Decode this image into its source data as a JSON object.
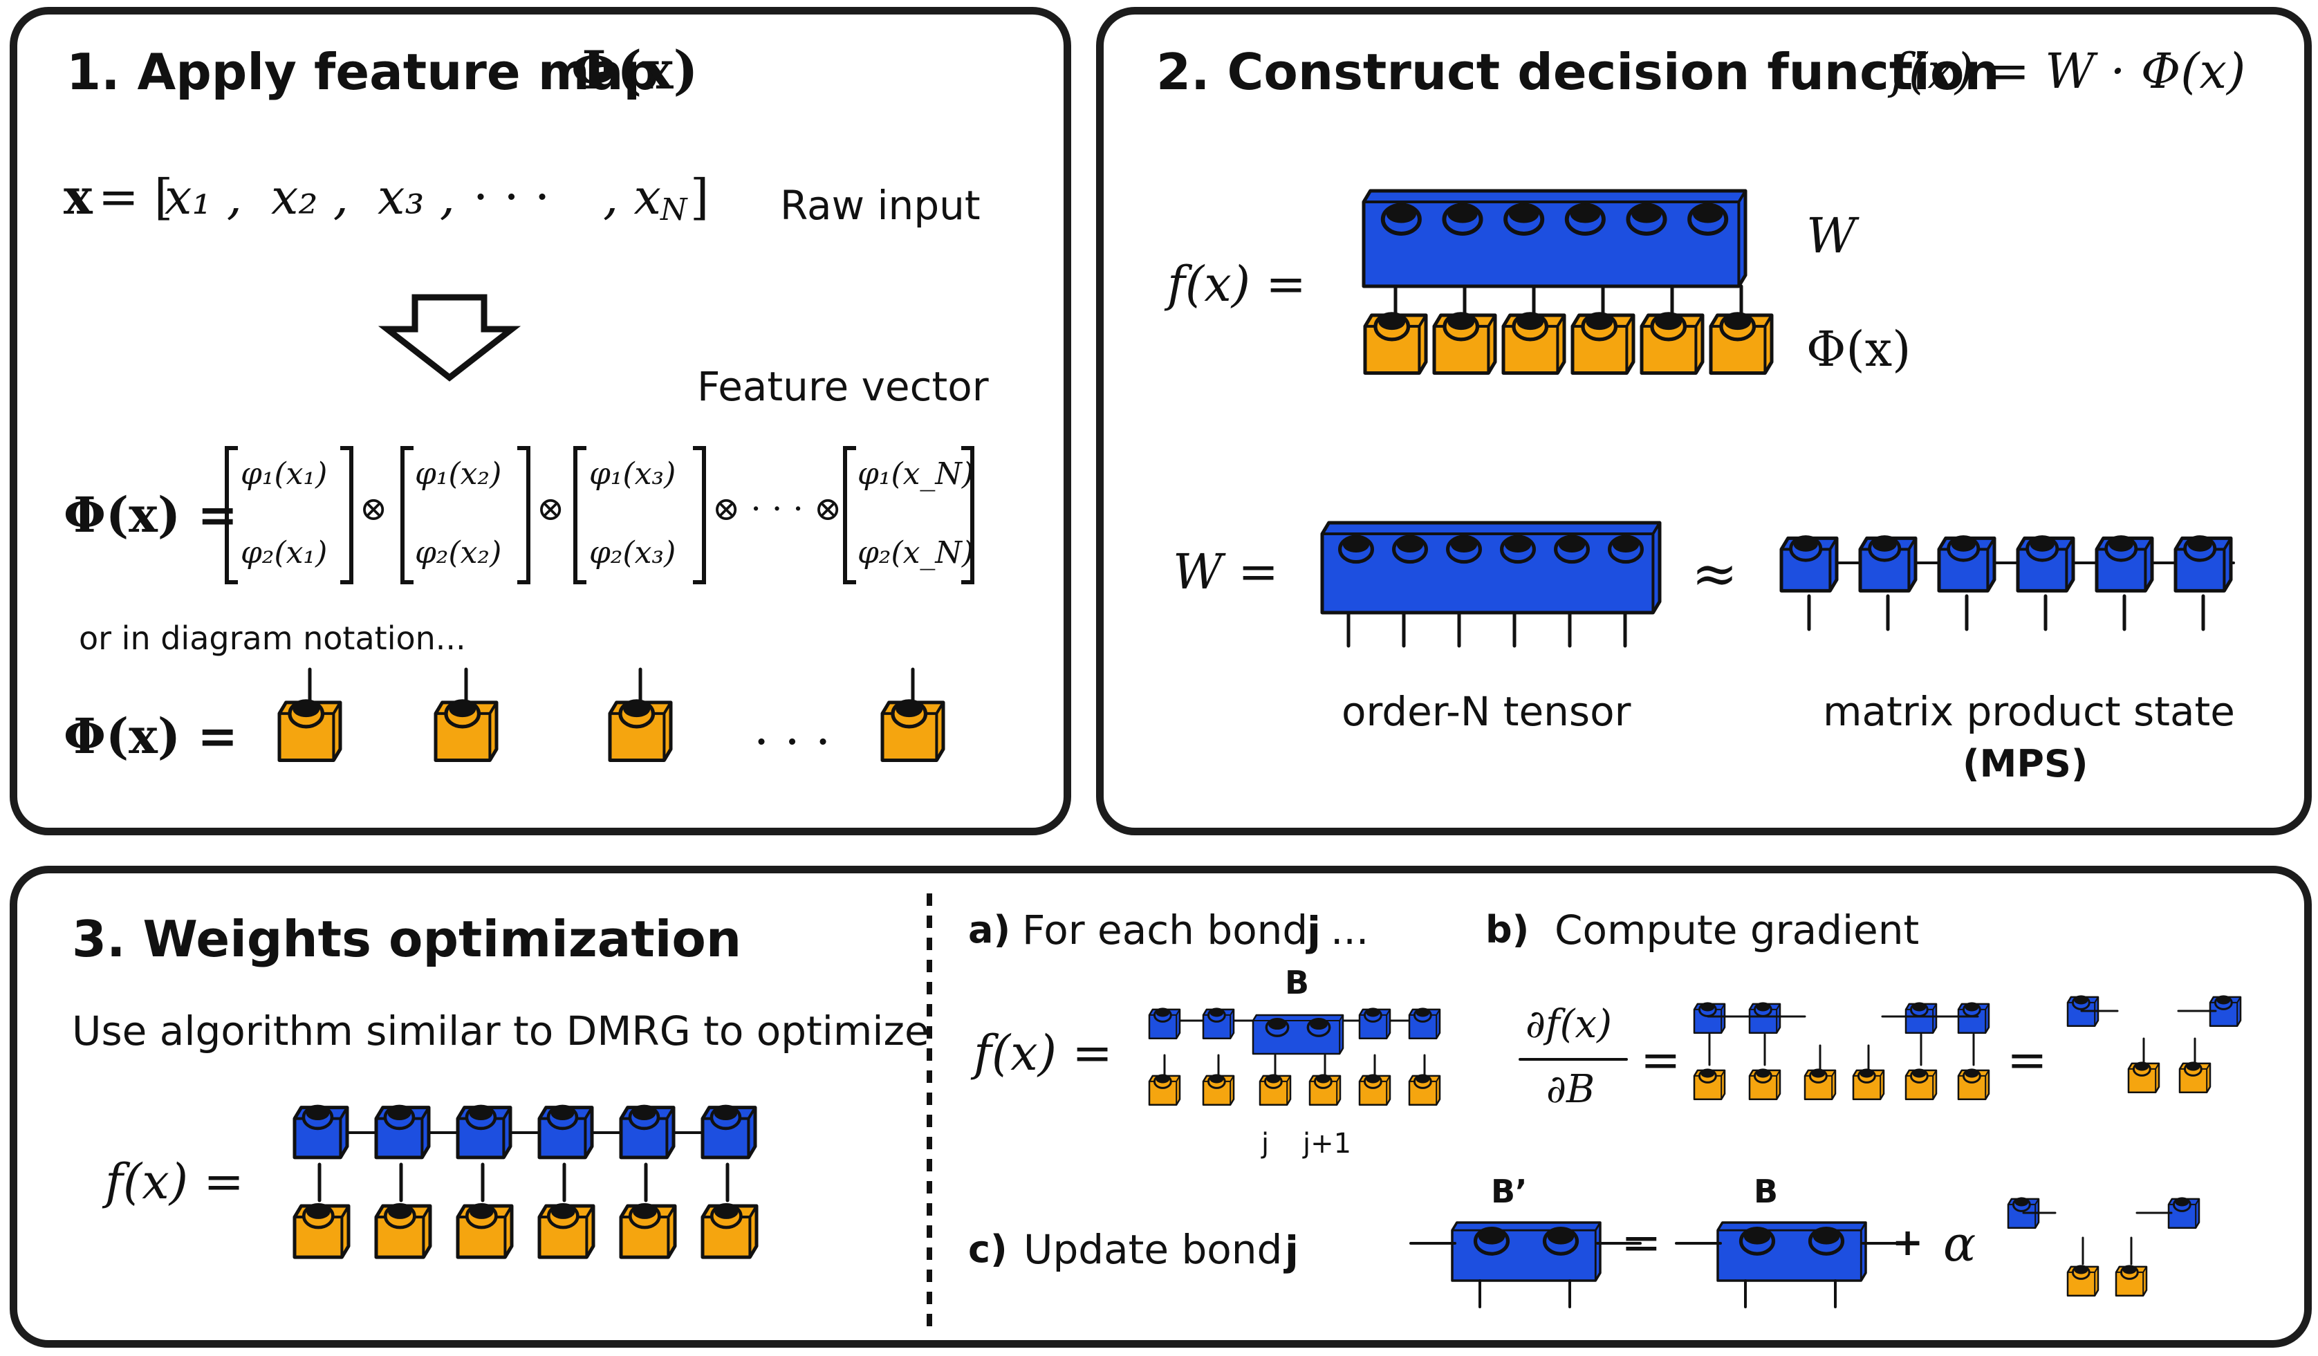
{
  "panel1": {
    "title": "1.  Apply feature map",
    "title_math": "Φ(x)",
    "raw_input_label": "Raw input",
    "x_lhs": "x",
    "x_eq": "= [",
    "x_items": [
      "x₁ ,",
      "x₂ ,",
      "x₃ ,",
      "· · ·",
      ", x",
      "]"
    ],
    "x_N": "N",
    "feature_vector_label": "Feature vector",
    "phi_lhs": "Φ(x) =",
    "vectors": [
      {
        "top": "φ₁(x₁)",
        "bottom": "φ₂(x₁)"
      },
      {
        "top": "φ₁(x₂)",
        "bottom": "φ₂(x₂)"
      },
      {
        "top": "φ₁(x₃)",
        "bottom": "φ₂(x₃)"
      },
      {
        "top": "φ₁(x_N)",
        "bottom": "φ₂(x_N)"
      }
    ],
    "otimes": "⊗",
    "otimes_dots": "⊗ · · · ⊗",
    "diagram_note": "or in diagram notation...",
    "diagram_lhs": "Φ(x) =",
    "diagram_dots": "· · ·"
  },
  "panel2": {
    "title": "2.  Construct decision function",
    "title_math": "f(x) = W · Φ(x)",
    "fx_lhs": "f(x) =",
    "W_label": "W",
    "Phi_label": "Φ(x)",
    "W_lhs": "W =",
    "approx": "≈",
    "tensor_label": "order-N tensor",
    "mps_label": "matrix product state",
    "mps_abbrev": "(MPS)"
  },
  "panel3": {
    "title": "3.  Weights optimization",
    "description": "Use algorithm similar to DMRG to optimize",
    "fx_lhs": "f(x) =",
    "step_a_letter": "a)",
    "step_a_text": "For each bond",
    "step_a_j": "j",
    "step_a_dots": "...",
    "step_b_letter": "b)",
    "step_b_text": "Compute gradient",
    "step_c_letter": "c)",
    "step_c_text": "Update bond",
    "step_c_j": "j",
    "B_label": "B",
    "Bprime_label": "B’",
    "B_label2": "B",
    "j_label": "j",
    "j1_label": "j+1",
    "fx_lhs_a": "f(x) =",
    "grad_num": "∂f(x)",
    "grad_den": "∂B",
    "eq": "=",
    "eq2": "=",
    "eq3": "=",
    "plus": "+",
    "alpha": "α"
  },
  "colors": {
    "blue": "#1d4fe0",
    "orange": "#f5a50f",
    "outline": "#111111"
  }
}
